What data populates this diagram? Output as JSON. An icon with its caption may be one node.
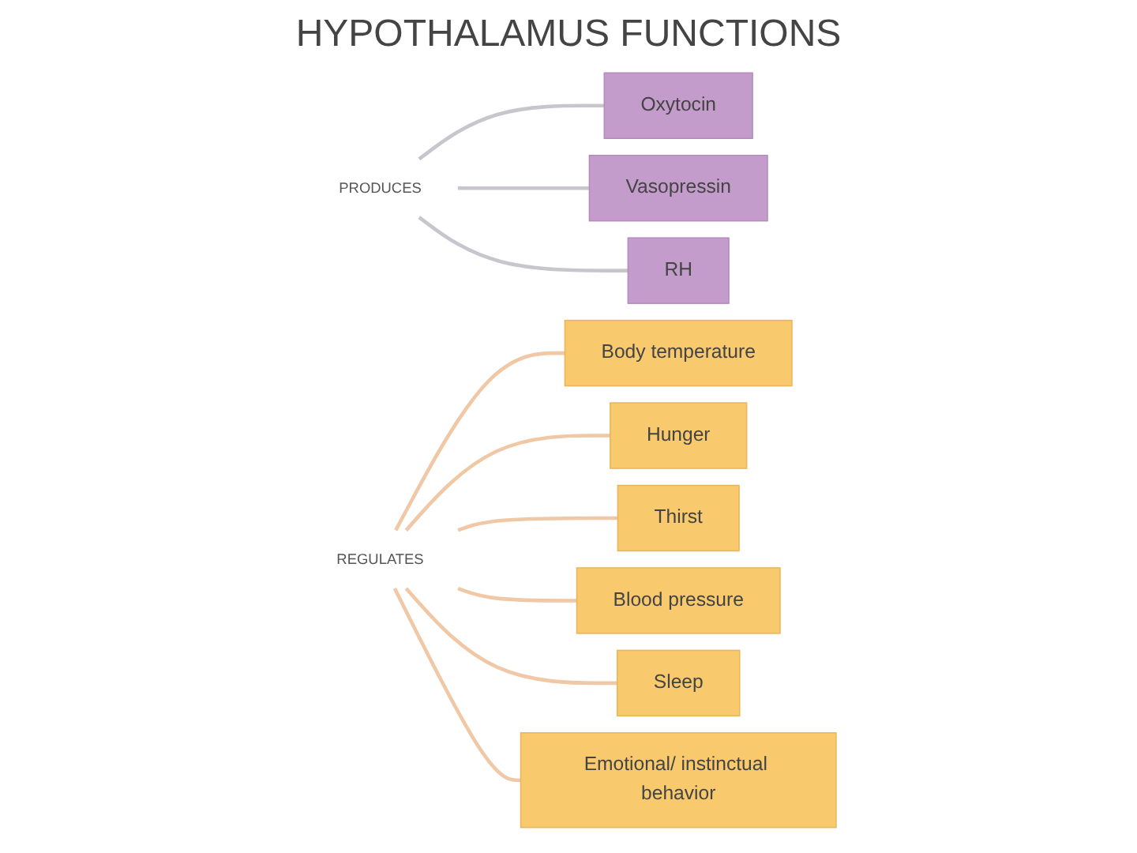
{
  "diagram": {
    "title": "HYPOTHALAMUS FUNCTIONS",
    "nodes": [
      {
        "text": [
          "PRODUCES"
        ]
      },
      {
        "text": [
          "REGULATES"
        ]
      },
      {
        "text": [
          "Oxytocin"
        ]
      },
      {
        "text": [
          "Body temperature"
        ]
      },
      {
        "text": [
          "Blood pressure"
        ]
      },
      {
        "text": [
          "Vasopressin"
        ]
      },
      {
        "text": [
          "Hunger"
        ]
      },
      {
        "text": [
          "Sleep"
        ]
      },
      {
        "text": [
          "RH"
        ]
      },
      {
        "text": [
          "Thirst"
        ]
      },
      {
        "text": [
          "Emotional/ instinctual behavior"
        ]
      }
    ],
    "edges": [
      {
        "from": 0,
        "to": 2,
        "arrow": "none",
        "color": "#c8c6cc"
      },
      {
        "from": 0,
        "to": 5,
        "arrow": "none",
        "color": "#c8c6cc"
      },
      {
        "from": 0,
        "to": 8,
        "arrow": "none",
        "color": "#c8c6cc"
      },
      {
        "from": 1,
        "to": 3,
        "arrow": "none"
      },
      {
        "from": 1,
        "to": 6,
        "arrow": "none"
      },
      {
        "from": 1,
        "to": 9,
        "arrow": "none"
      },
      {
        "from": 1,
        "to": 4,
        "arrow": "none"
      },
      {
        "from": 1,
        "to": 7,
        "arrow": "none"
      },
      {
        "from": 1,
        "to": 10,
        "arrow": "none"
      }
    ]
  }
}
